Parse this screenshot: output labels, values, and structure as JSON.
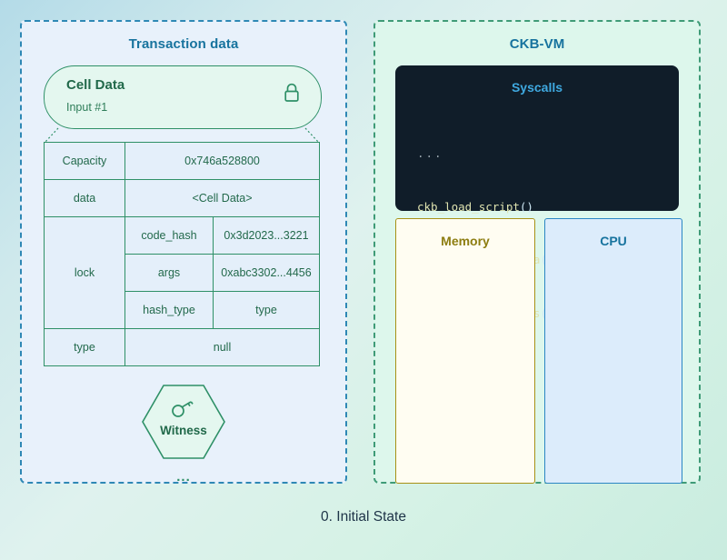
{
  "caption": "0. Initial State",
  "left_panel": {
    "title": "Transaction data",
    "cell_data": {
      "title": "Cell Data",
      "subtitle": "Input #1",
      "lock_icon": "lock-icon"
    },
    "table": {
      "rows": [
        {
          "key": "Capacity",
          "value": "0x746a528800"
        },
        {
          "key": "data",
          "value": "<Cell Data>"
        },
        {
          "key": "lock",
          "sub": [
            {
              "name": "code_hash",
              "value": "0x3d2023...3221"
            },
            {
              "name": "args",
              "value": "0xabc3302...4456"
            },
            {
              "name": "hash_type",
              "value": "type"
            }
          ]
        },
        {
          "key": "type",
          "value": "null"
        }
      ]
    },
    "witness": {
      "label": "Witness",
      "icon": "key-icon"
    },
    "ellipsis": "..."
  },
  "right_panel": {
    "title": "CKB-VM",
    "syscalls": {
      "title": "Syscalls",
      "lines": [
        "...",
        "ckb_load_script()",
        "ckb_load_cell_data()",
        "ckb_load_witnesses()",
        "..."
      ]
    },
    "memory": {
      "title": "Memory"
    },
    "cpu": {
      "title": "CPU"
    }
  },
  "colors": {
    "tx_panel_border": "#2e88b5",
    "vm_panel_border": "#3f9b77",
    "title_blue": "#17739e",
    "green": "#2e9067",
    "syscalls_bg": "#101d29",
    "memory_border": "#a79116",
    "cpu_border": "#2b86c4"
  }
}
